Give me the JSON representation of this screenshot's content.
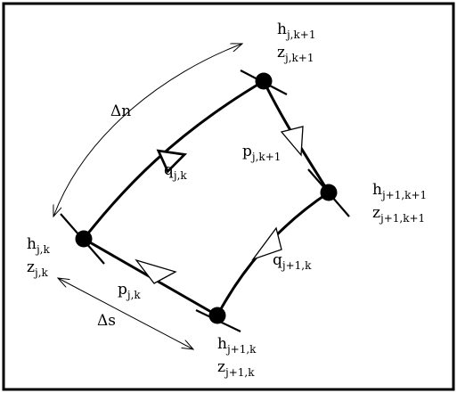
{
  "nodes": {
    "jk": {
      "h": "h",
      "h_sub": "j,k",
      "z": "z",
      "z_sub": "j,k"
    },
    "jk1": {
      "h": "h",
      "h_sub": "j,k+1",
      "z": "z",
      "z_sub": "j,k+1"
    },
    "j1k1": {
      "h": "h",
      "h_sub": "j+1,k+1",
      "z": "z",
      "z_sub": "j+1,k+1"
    },
    "j1k": {
      "h": "h",
      "h_sub": "j+1,k",
      "z": "z",
      "z_sub": "j+1,k"
    }
  },
  "fluxes": {
    "q_jk": {
      "sym": "q",
      "sub": "j,k"
    },
    "q_j1k": {
      "sym": "q",
      "sub": "j+1,k"
    },
    "p_jk": {
      "sym": "p",
      "sub": "j,k"
    },
    "p_jk1": {
      "sym": "p",
      "sub": "j,k+1"
    }
  },
  "dimensions": {
    "dn": "Δn",
    "ds": "Δs"
  },
  "colors": {
    "line": "#000000",
    "border": "#000000",
    "background": "#ffffff",
    "arrow_fill": "#ffffff"
  }
}
